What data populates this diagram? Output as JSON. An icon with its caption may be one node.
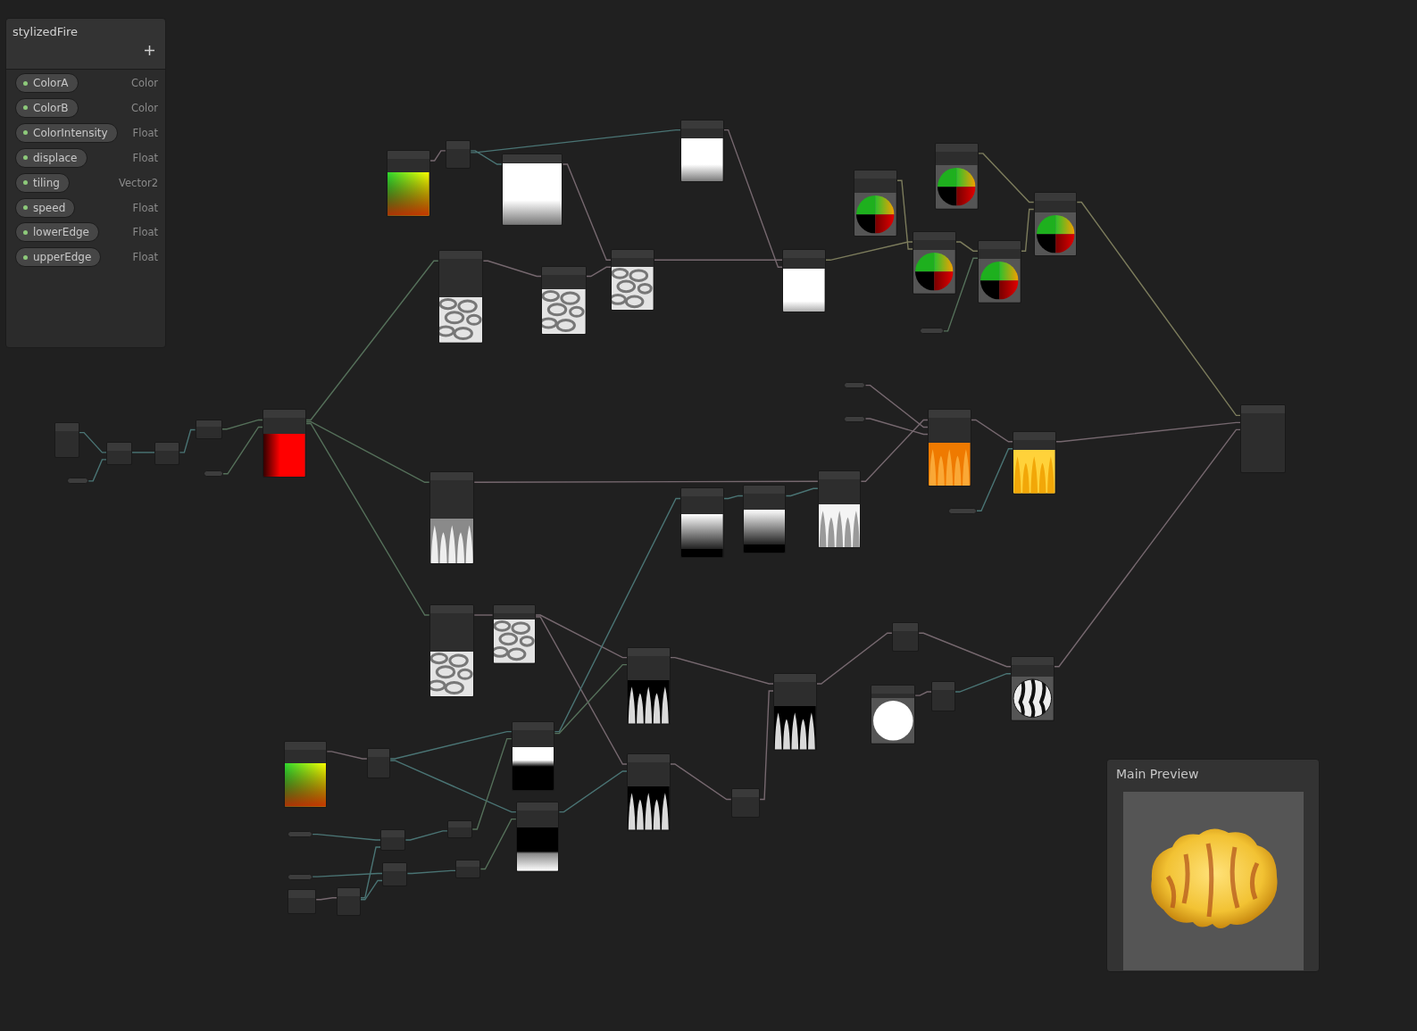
{
  "diagram": {
    "nodes": [
      {
        "text": [
          "stylizedFire"
        ]
      },
      {
        "text": [
          "ColorA"
        ],
        "in": 0
      },
      {
        "text": [
          "ColorB"
        ],
        "in": 0
      },
      {
        "text": [
          "ColorIntensity"
        ],
        "in": 0
      },
      {
        "text": [
          "displace"
        ],
        "in": 0
      },
      {
        "text": [
          "tiling"
        ],
        "in": 0
      },
      {
        "text": [
          "speed"
        ],
        "in": 0
      },
      {
        "text": [
          "lowerEdge"
        ],
        "in": 0
      },
      {
        "text": [
          "upperEdge"
        ],
        "in": 0
      },
      {
        "text": [
          "Main Preview"
        ]
      },
      {
        "text": [],
        "shape": "box"
      },
      {
        "text": [],
        "shape": "capsule"
      },
      {
        "text": [],
        "shape": "box"
      },
      {
        "text": [],
        "shape": "box"
      },
      {
        "text": [],
        "shape": "capsule"
      },
      {
        "text": [],
        "shape": "box"
      },
      {
        "text": [],
        "shape": "box"
      },
      {
        "text": [],
        "shape": "box"
      },
      {
        "text": [],
        "shape": "box"
      },
      {
        "text": [],
        "shape": "box"
      },
      {
        "text": [],
        "shape": "box"
      },
      {
        "text": [],
        "shape": "box"
      },
      {
        "text": [],
        "shape": "box"
      },
      {
        "text": [],
        "shape": "box"
      },
      {
        "text": [],
        "shape": "box"
      },
      {
        "text": [],
        "shape": "box"
      },
      {
        "text": [],
        "shape": "box"
      },
      {
        "text": [],
        "shape": "box"
      },
      {
        "text": [],
        "shape": "box"
      },
      {
        "text": [],
        "shape": "box"
      },
      {
        "text": [],
        "shape": "capsule"
      },
      {
        "text": [],
        "shape": "box"
      },
      {
        "text": [],
        "shape": "capsule"
      },
      {
        "text": [],
        "shape": "capsule"
      },
      {
        "text": [],
        "shape": "box"
      },
      {
        "text": [],
        "shape": "box"
      },
      {
        "text": [],
        "shape": "capsule"
      },
      {
        "text": [],
        "shape": "box"
      },
      {
        "text": [],
        "shape": "box"
      },
      {
        "text": [],
        "shape": "box"
      },
      {
        "text": [],
        "shape": "box"
      },
      {
        "text": [],
        "shape": "box"
      },
      {
        "text": [],
        "shape": "box"
      },
      {
        "text": [],
        "shape": "box"
      },
      {
        "text": [],
        "shape": "box"
      },
      {
        "text": [],
        "shape": "box"
      },
      {
        "text": [],
        "shape": "box"
      },
      {
        "text": [],
        "shape": "box"
      },
      {
        "text": [],
        "shape": "box"
      },
      {
        "text": [],
        "shape": "box"
      },
      {
        "text": [],
        "shape": "box"
      },
      {
        "text": [],
        "shape": "box"
      },
      {
        "text": [],
        "shape": "box"
      },
      {
        "text": [],
        "shape": "box"
      },
      {
        "text": [],
        "shape": "box"
      },
      {
        "text": [],
        "shape": "capsule"
      },
      {
        "text": [],
        "shape": "box"
      },
      {
        "text": [],
        "shape": "box"
      },
      {
        "text": [],
        "shape": "capsule"
      },
      {
        "text": [],
        "shape": "box"
      },
      {
        "text": [],
        "shape": "box"
      },
      {
        "text": [],
        "shape": "box"
      },
      {
        "text": [],
        "shape": "box"
      }
    ],
    "edges": [
      {
        "from": 10,
        "to": 12,
        "arrow": "none",
        "color": "#4a7474"
      },
      {
        "from": 11,
        "to": 12,
        "arrow": "none",
        "color": "#4a7474"
      },
      {
        "from": 12,
        "to": 13,
        "arrow": "none",
        "color": "#4a7474"
      },
      {
        "from": 13,
        "to": 15,
        "arrow": "none",
        "color": "#4a7474"
      },
      {
        "from": 15,
        "to": 16,
        "arrow": "none",
        "color": "#55705a"
      },
      {
        "from": 14,
        "to": 16,
        "arrow": "none",
        "color": "#55705a"
      },
      {
        "from": 16,
        "to": 21,
        "arrow": "none",
        "color": "#55705a"
      },
      {
        "from": 16,
        "to": 37,
        "arrow": "none",
        "color": "#55705a"
      },
      {
        "from": 16,
        "to": 41,
        "arrow": "none",
        "color": "#55705a"
      },
      {
        "from": 17,
        "to": 18,
        "arrow": "none"
      },
      {
        "from": 18,
        "to": 19,
        "arrow": "none",
        "color": "#4a7474"
      },
      {
        "from": 18,
        "to": 20,
        "arrow": "none",
        "color": "#4a7474"
      },
      {
        "from": 19,
        "to": 23,
        "arrow": "none"
      },
      {
        "from": 21,
        "to": 22,
        "arrow": "none"
      },
      {
        "from": 22,
        "to": 23,
        "arrow": "none"
      },
      {
        "from": 23,
        "to": 24,
        "arrow": "none"
      },
      {
        "from": 20,
        "to": 24,
        "arrow": "none"
      },
      {
        "from": 24,
        "to": 27,
        "arrow": "none",
        "color": "#7c7c5c"
      },
      {
        "from": 25,
        "to": 27,
        "arrow": "none",
        "color": "#7c7c5c"
      },
      {
        "from": 27,
        "to": 28,
        "arrow": "none",
        "color": "#7c7c5c"
      },
      {
        "from": 30,
        "to": 28,
        "arrow": "none",
        "color": "#55705a"
      },
      {
        "from": 26,
        "to": 29,
        "arrow": "none",
        "color": "#7c7c5c"
      },
      {
        "from": 28,
        "to": 29,
        "arrow": "none",
        "color": "#7c7c5c"
      },
      {
        "from": 29,
        "to": 31,
        "arrow": "none",
        "color": "#7c7c5c"
      },
      {
        "from": 37,
        "to": 40,
        "arrow": "none"
      },
      {
        "from": 38,
        "to": 39,
        "arrow": "none",
        "color": "#4a7474"
      },
      {
        "from": 39,
        "to": 40,
        "arrow": "none",
        "color": "#4a7474"
      },
      {
        "from": 40,
        "to": 34,
        "arrow": "none"
      },
      {
        "from": 32,
        "to": 34,
        "arrow": "none"
      },
      {
        "from": 33,
        "to": 34,
        "arrow": "none"
      },
      {
        "from": 34,
        "to": 35,
        "arrow": "none"
      },
      {
        "from": 36,
        "to": 35,
        "arrow": "none",
        "color": "#4a7474"
      },
      {
        "from": 35,
        "to": 31,
        "arrow": "none"
      },
      {
        "from": 41,
        "to": 42,
        "arrow": "none"
      },
      {
        "from": 42,
        "to": 43,
        "arrow": "none"
      },
      {
        "from": 42,
        "to": 44,
        "arrow": "none"
      },
      {
        "from": 43,
        "to": 45,
        "arrow": "none"
      },
      {
        "from": 45,
        "to": 46,
        "arrow": "none"
      },
      {
        "from": 46,
        "to": 49,
        "arrow": "none"
      },
      {
        "from": 47,
        "to": 48,
        "arrow": "none"
      },
      {
        "from": 48,
        "to": 49,
        "arrow": "none",
        "color": "#4a7474"
      },
      {
        "from": 49,
        "to": 31,
        "arrow": "none"
      },
      {
        "from": 50,
        "to": 51,
        "arrow": "none"
      },
      {
        "from": 51,
        "to": 52,
        "arrow": "none",
        "color": "#4a7474"
      },
      {
        "from": 51,
        "to": 53,
        "arrow": "none",
        "color": "#4a7474"
      },
      {
        "from": 52,
        "to": 38,
        "arrow": "none",
        "color": "#4a7474"
      },
      {
        "from": 52,
        "to": 43,
        "arrow": "none",
        "color": "#55705a"
      },
      {
        "from": 53,
        "to": 44,
        "arrow": "none",
        "color": "#4a7474"
      },
      {
        "from": 44,
        "to": 54,
        "arrow": "none"
      },
      {
        "from": 54,
        "to": 45,
        "arrow": "none"
      },
      {
        "from": 55,
        "to": 56,
        "arrow": "none",
        "color": "#4a7474"
      },
      {
        "from": 62,
        "to": 56,
        "arrow": "none",
        "color": "#4a7474"
      },
      {
        "from": 56,
        "to": 57,
        "arrow": "none",
        "color": "#4a7474"
      },
      {
        "from": 57,
        "to": 52,
        "arrow": "none",
        "color": "#55705a"
      },
      {
        "from": 58,
        "to": 59,
        "arrow": "none",
        "color": "#4a7474"
      },
      {
        "from": 62,
        "to": 59,
        "arrow": "none",
        "color": "#4a7474"
      },
      {
        "from": 59,
        "to": 60,
        "arrow": "none",
        "color": "#4a7474"
      },
      {
        "from": 60,
        "to": 53,
        "arrow": "none",
        "color": "#55705a"
      },
      {
        "from": 61,
        "to": 62,
        "arrow": "none"
      }
    ],
    "labels": [
      "Color",
      "Color",
      "Float",
      "Float",
      "Vector2",
      "Float",
      "Float",
      "Float"
    ]
  }
}
